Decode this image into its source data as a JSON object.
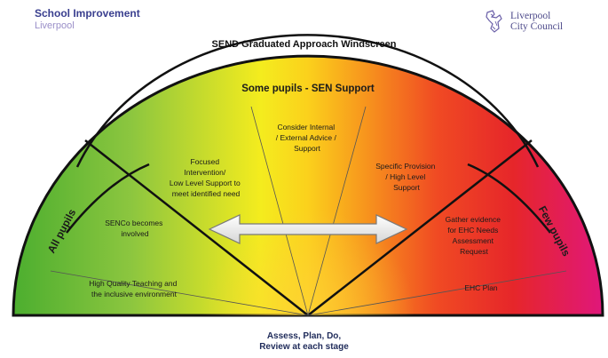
{
  "header": {
    "org_line1": "School Improvement",
    "org_line2": "Liverpool",
    "council_line1": "Liverpool",
    "council_line2": "City Council",
    "crest_icon": "liver-bird-icon"
  },
  "title": "SEND Graduated Approach Windscreen",
  "diagram": {
    "band_label": "Some pupils - SEN Support",
    "left_label": "All pupils",
    "right_label": "Few pupils",
    "segments": {
      "all_pupils_inner": [
        "SENCo becomes",
        "involved"
      ],
      "all_pupils_outer": [
        "High Quality Teaching and",
        "the inclusive environment"
      ],
      "focused": [
        "Focused",
        "Intervention/",
        "Low Level Support to",
        "meet identified need"
      ],
      "consider": [
        "Consider Internal",
        "/ External Advice /",
        "Support"
      ],
      "specific": [
        "Specific Provision",
        "/ High Level",
        "Support"
      ],
      "gather": [
        "Gather evidence",
        "for EHC Needs",
        "Assessment",
        "Request"
      ],
      "ehc": [
        "EHC Plan"
      ]
    },
    "arrow_icon": "double-headed-arrow-icon",
    "colors": {
      "green": "#3fae2a",
      "yellow": "#f4ec1e",
      "orange": "#f7941d",
      "red": "#e6262a",
      "magenta": "#e0177a"
    }
  },
  "footer": {
    "line1": "Assess, Plan, Do,",
    "line2": "Review at each stage"
  }
}
